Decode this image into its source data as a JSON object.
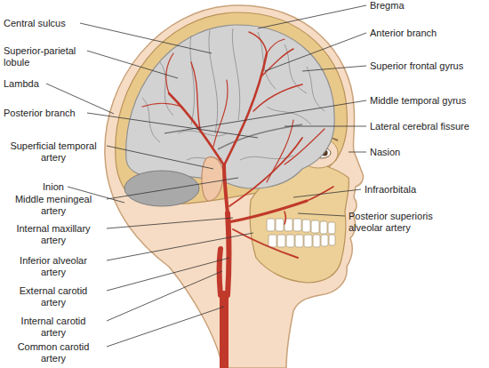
{
  "diagram": {
    "labels": [
      "Central sulcus",
      "Superior-parietal lobule",
      "Lambda",
      "Posterior branch",
      "Superficial temporal artery",
      "Inion",
      "Middle meningeal artery",
      "Internal maxillary artery",
      "Inferior alveolar artery",
      "External carotid artery",
      "Internal carotid artery",
      "Common carotid artery",
      "Bregma",
      "Anterior branch",
      "Superior frontal gyrus",
      "Middle temporal gyrus",
      "Lateral cerebral fissure",
      "Nasion",
      "Infraorbitala",
      "Posterior superioris alveolar artery"
    ]
  }
}
